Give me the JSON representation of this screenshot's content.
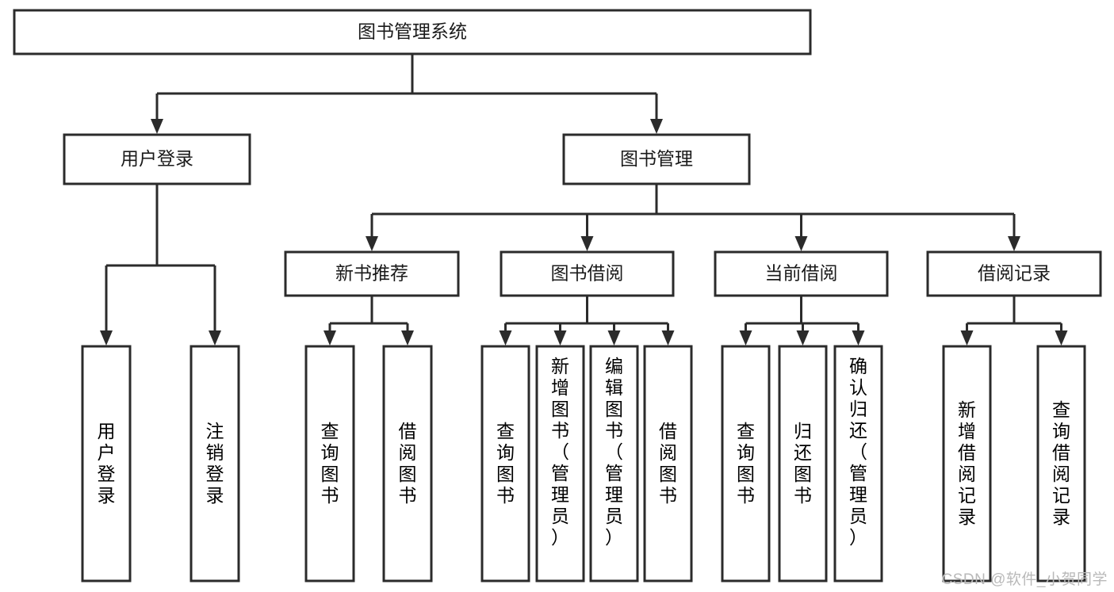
{
  "diagram": {
    "type": "tree-hierarchy",
    "title": "图书管理系统",
    "root": {
      "id": "root",
      "label": "图书管理系统"
    },
    "level2": [
      {
        "id": "user-login",
        "label": "用户登录"
      },
      {
        "id": "book-manage",
        "label": "图书管理"
      }
    ],
    "level3": [
      {
        "id": "new-book-rec",
        "label": "新书推荐",
        "parent": "book-manage"
      },
      {
        "id": "book-borrow",
        "label": "图书借阅",
        "parent": "book-manage"
      },
      {
        "id": "current-borrow",
        "label": "当前借阅",
        "parent": "book-manage"
      },
      {
        "id": "borrow-record",
        "label": "借阅记录",
        "parent": "book-manage"
      }
    ],
    "leaves": [
      {
        "id": "leaf-user-login",
        "parent": "user-login",
        "label": "用户登录",
        "chars": [
          "用",
          "户",
          "登",
          "录"
        ],
        "align": "middle"
      },
      {
        "id": "leaf-logout",
        "parent": "user-login",
        "label": "注销登录",
        "chars": [
          "注",
          "销",
          "登",
          "录"
        ],
        "align": "middle"
      },
      {
        "id": "leaf-query-book-1",
        "parent": "new-book-rec",
        "label": "查询图书",
        "chars": [
          "查",
          "询",
          "图",
          "书"
        ],
        "align": "middle"
      },
      {
        "id": "leaf-borrow-book-1",
        "parent": "new-book-rec",
        "label": "借阅图书",
        "chars": [
          "借",
          "阅",
          "图",
          "书"
        ],
        "align": "middle"
      },
      {
        "id": "leaf-query-book-2",
        "parent": "book-borrow",
        "label": "查询图书",
        "chars": [
          "查",
          "询",
          "图",
          "书"
        ],
        "align": "middle"
      },
      {
        "id": "leaf-add-book",
        "parent": "book-borrow",
        "label": "新增图书（管理员）",
        "chars": [
          "新",
          "增",
          "图",
          "书",
          "（",
          "管",
          "理",
          "员",
          "）"
        ],
        "align": "top"
      },
      {
        "id": "leaf-edit-book",
        "parent": "book-borrow",
        "label": "编辑图书（管理员）",
        "chars": [
          "编",
          "辑",
          "图",
          "书",
          "（",
          "管",
          "理",
          "员",
          "）"
        ],
        "align": "top"
      },
      {
        "id": "leaf-borrow-book-2",
        "parent": "book-borrow",
        "label": "借阅图书",
        "chars": [
          "借",
          "阅",
          "图",
          "书"
        ],
        "align": "middle"
      },
      {
        "id": "leaf-query-book-3",
        "parent": "current-borrow",
        "label": "查询图书",
        "chars": [
          "查",
          "询",
          "图",
          "书"
        ],
        "align": "middle"
      },
      {
        "id": "leaf-return-book",
        "parent": "current-borrow",
        "label": "归还图书",
        "chars": [
          "归",
          "还",
          "图",
          "书"
        ],
        "align": "middle"
      },
      {
        "id": "leaf-confirm-return",
        "parent": "current-borrow",
        "label": "确认归还（管理员）",
        "chars": [
          "确",
          "认",
          "归",
          "还",
          "（",
          "管",
          "理",
          "员",
          "）"
        ],
        "align": "top"
      },
      {
        "id": "leaf-add-record",
        "parent": "borrow-record",
        "label": "新增借阅记录",
        "chars": [
          "新",
          "增",
          "借",
          "阅",
          "记",
          "录"
        ],
        "align": "middle"
      },
      {
        "id": "leaf-query-record",
        "parent": "borrow-record",
        "label": "查询借阅记录",
        "chars": [
          "查",
          "询",
          "借",
          "阅",
          "记",
          "录"
        ],
        "align": "middle"
      }
    ],
    "colors": {
      "stroke": "#2b2b2b",
      "fill": "#ffffff",
      "text": "#1a1a1a",
      "watermark": "#b9b9b9"
    }
  },
  "watermark": {
    "text": "CSDN @软件_小贺同学"
  }
}
